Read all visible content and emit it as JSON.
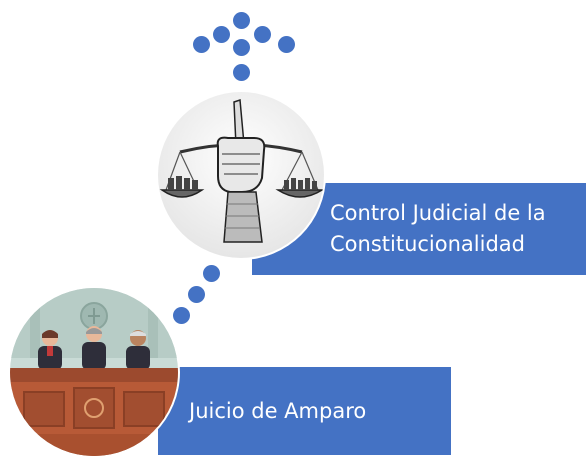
{
  "nodes": [
    {
      "id": "control",
      "label_line1": "Control Judicial de la",
      "label_line2": "Constitucionalidad",
      "image": "justice-scales-fist-illustration"
    },
    {
      "id": "amparo",
      "label": "Juicio de Amparo",
      "image": "courtroom-judges-illustration"
    }
  ],
  "colors": {
    "accent": "#4472c4",
    "background": "#ffffff"
  },
  "decorations": {
    "top_arrow": "dotted-arrow-up-icon",
    "connector": "dotted-connector"
  }
}
